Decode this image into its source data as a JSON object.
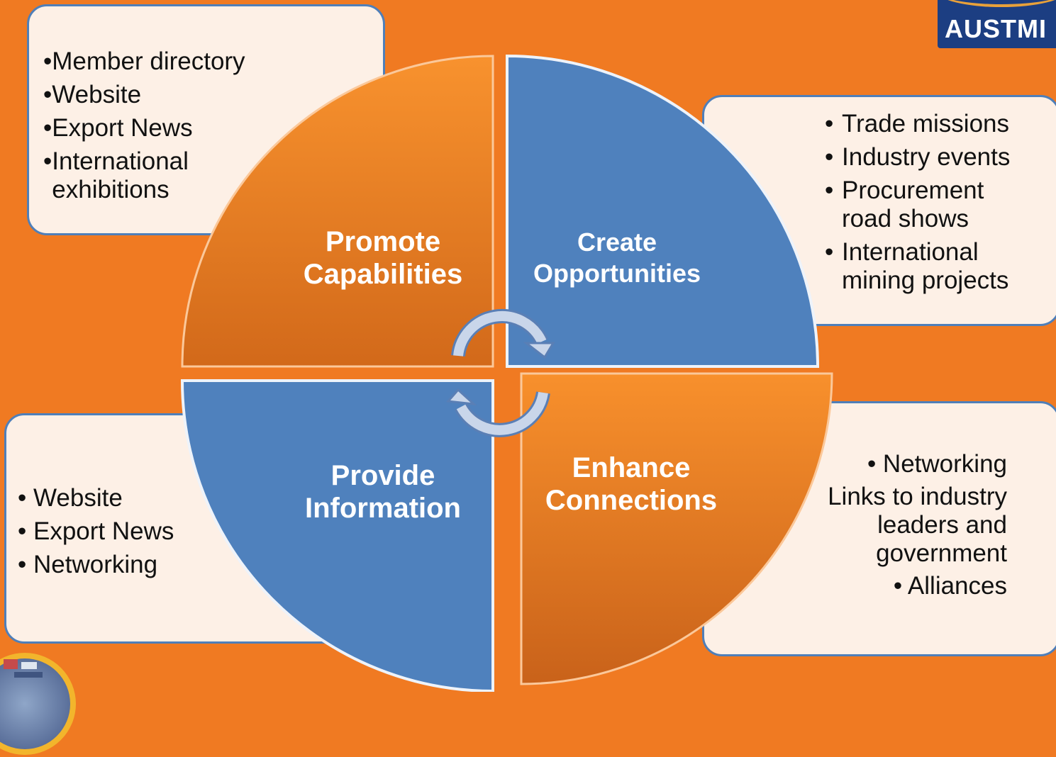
{
  "boxes": {
    "top_left": {
      "bullet": "•",
      "items": [
        "Member directory",
        "Website",
        "Export News",
        "International\nexhibitions"
      ]
    },
    "top_right": {
      "bullet": "•",
      "items": [
        "Trade missions",
        "Industry events",
        "Procurement road shows",
        "International mining projects"
      ]
    },
    "bottom_left": {
      "bullet": "•",
      "items": [
        "Website",
        "Export News",
        "Networking"
      ]
    },
    "bottom_right": {
      "items": [
        "• Networking",
        "Links to industry leaders and government",
        "• Alliances"
      ]
    }
  },
  "quadrants": {
    "top_left": {
      "line1": "Promote",
      "line2": "Capabilities",
      "color": "#f58a2a"
    },
    "top_right": {
      "line1": "Create",
      "line2": "Opportunities",
      "color": "#4f81bd"
    },
    "bottom_left": {
      "line1": "Provide",
      "line2": "Information",
      "color": "#4f81bd"
    },
    "bottom_right": {
      "line1": "Enhance",
      "line2": "Connections",
      "color": "#f58a2a"
    }
  },
  "logo": {
    "text": "AUSTMI"
  },
  "colors": {
    "background": "#f07a22",
    "box_fill": "#fdf0e6",
    "box_border": "#4f7fb9",
    "arrow": "#a7bde0"
  },
  "icons": {
    "cycle_arrows": "circular-arrows-icon"
  }
}
